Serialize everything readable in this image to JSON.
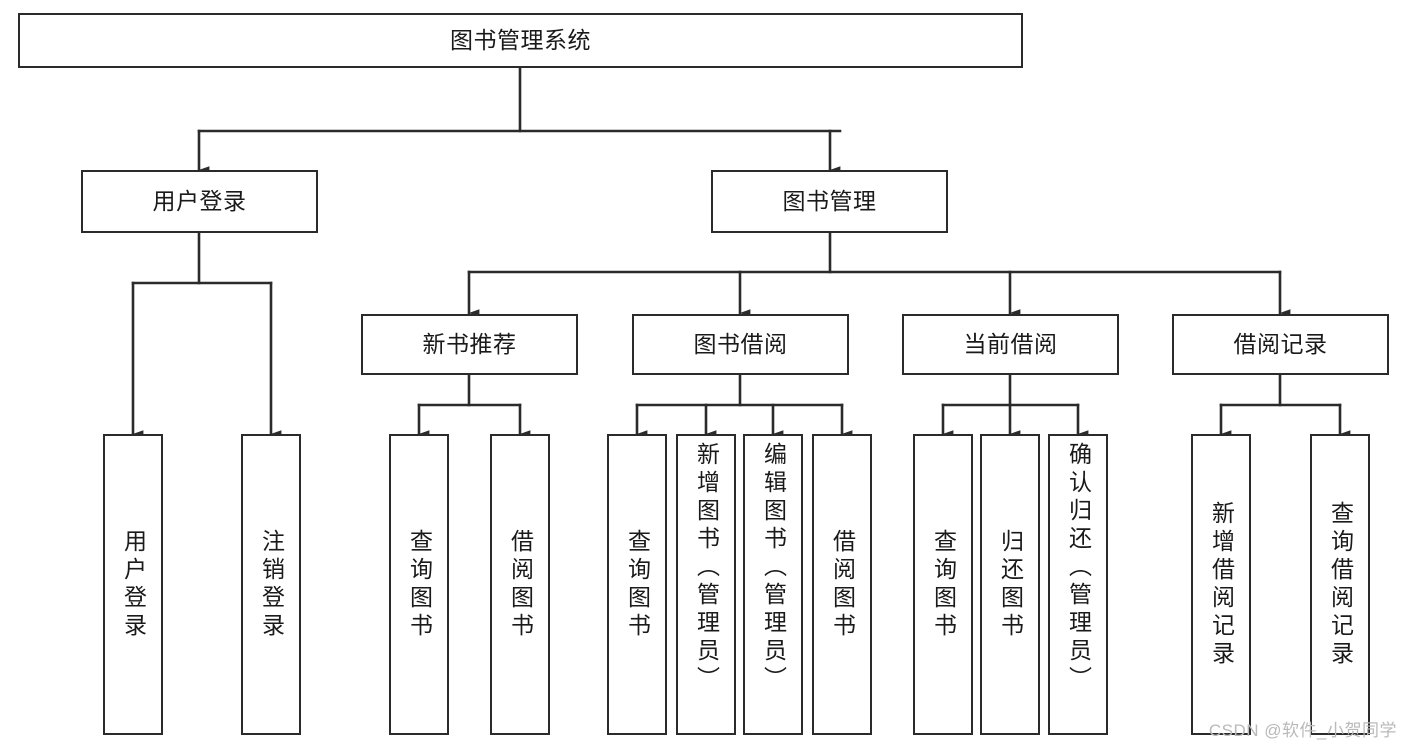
{
  "diagram": {
    "title": "图书管理系统",
    "type": "tree-hierarchy-diagram",
    "colors": {
      "background": "#ffffff",
      "node_border": "#2b2b2b",
      "node_fill": "#ffffff",
      "text": "#1a1a1a",
      "edge": "#2b2b2b",
      "watermark": "#b9b9b9"
    },
    "root": {
      "label": "图书管理系统"
    },
    "level1": [
      {
        "id": "user-login",
        "label": "用户登录"
      },
      {
        "id": "book-management",
        "label": "图书管理"
      }
    ],
    "level2": [
      {
        "id": "new-book-recommend",
        "label": "新书推荐",
        "parent": "book-management"
      },
      {
        "id": "book-borrow",
        "label": "图书借阅",
        "parent": "book-management"
      },
      {
        "id": "current-borrow",
        "label": "当前借阅",
        "parent": "book-management"
      },
      {
        "id": "borrow-record",
        "label": "借阅记录",
        "parent": "book-management"
      }
    ],
    "leaves": {
      "user-login": [
        {
          "id": "leaf-user-login",
          "label": "用户登录"
        },
        {
          "id": "leaf-logout-login",
          "label": "注销登录"
        }
      ],
      "new-book-recommend": [
        {
          "id": "leaf-query-book-1",
          "label": "查询图书"
        },
        {
          "id": "leaf-borrow-book-1",
          "label": "借阅图书"
        }
      ],
      "book-borrow": [
        {
          "id": "leaf-query-book-2",
          "label": "查询图书"
        },
        {
          "id": "leaf-add-book",
          "label": "新增图书（管理员）"
        },
        {
          "id": "leaf-edit-book",
          "label": "编辑图书（管理员）"
        },
        {
          "id": "leaf-borrow-book-2",
          "label": "借阅图书"
        }
      ],
      "current-borrow": [
        {
          "id": "leaf-query-book-3",
          "label": "查询图书"
        },
        {
          "id": "leaf-return-book",
          "label": "归还图书"
        },
        {
          "id": "leaf-confirm-return",
          "label": "确认归还（管理员）"
        }
      ],
      "borrow-record": [
        {
          "id": "leaf-add-record",
          "label": "新增借阅记录"
        },
        {
          "id": "leaf-query-record",
          "label": "查询借阅记录"
        }
      ]
    }
  },
  "watermark": {
    "text": "CSDN @软件_小贺同学"
  }
}
